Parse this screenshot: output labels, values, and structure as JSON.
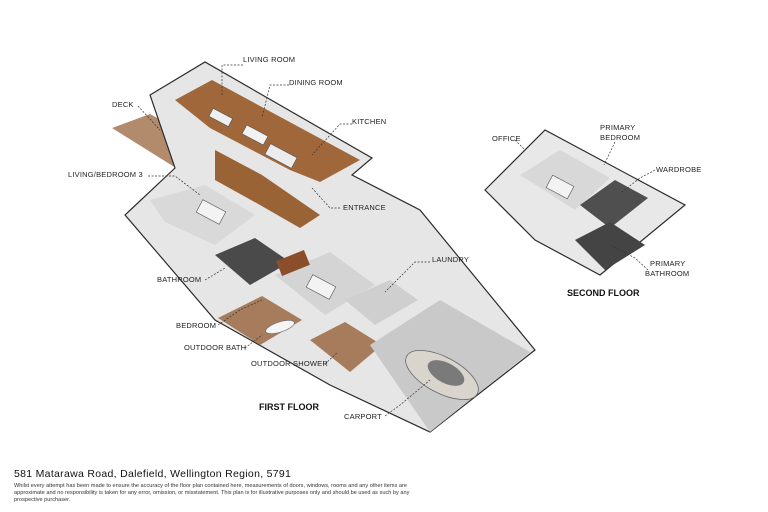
{
  "labels": {
    "living_room": "LIVING ROOM",
    "dining_room": "DINING ROOM",
    "deck": "DECK",
    "kitchen": "KITCHEN",
    "living_bedroom_3": "LIVING/BEDROOM 3",
    "entrance": "ENTRANCE",
    "laundry": "LAUNDRY",
    "bathroom": "BATHROOM",
    "bedroom": "BEDROOM",
    "outdoor_bath": "OUTDOOR BATH",
    "outdoor_shower": "OUTDOOR SHOWER",
    "carport": "CARPORT",
    "office": "OFFICE",
    "primary_bedroom": [
      "PRIMARY",
      "BEDROOM"
    ],
    "wardrobe": "WARDROBE",
    "primary_bathroom": [
      "PRIMARY",
      "BATHROOM"
    ]
  },
  "floors": {
    "first": "FIRST FLOOR",
    "second": "SECOND FLOOR"
  },
  "footer": {
    "address": "581 Matarawa Road, Dalefield, Wellington Region, 5791",
    "disclaimer": "Whilst every attempt has been made to ensure the accuracy of the floor plan contained here, measurements of doors, windows, rooms and any other items are approximate and no responsibility is taken for any error, omission, or misstatement. This plan is for illustrative purposes only and should be used as such by any prospective purchaser."
  },
  "colors": {
    "wall": "#ffffff",
    "wall_edge": "#2b2b2b",
    "wood_floor": "#a0683a",
    "deck": "#b28a6c",
    "concrete": "#c9c9c9",
    "dark_floor": "#4a4a4a",
    "car": "#d9d4cc"
  }
}
